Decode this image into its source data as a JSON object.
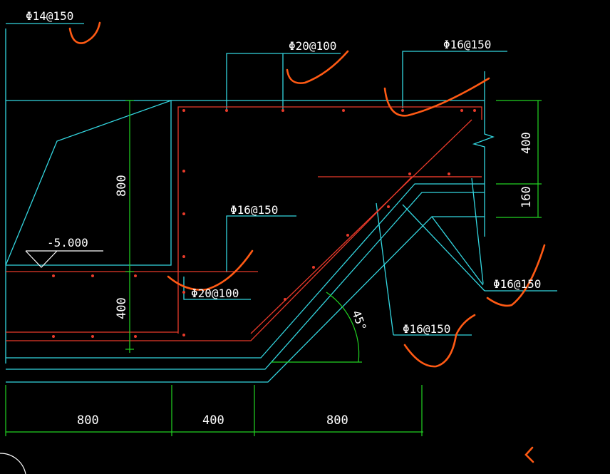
{
  "colors": {
    "background": "#000000",
    "outline": "#33d6e0",
    "rebar": "#e83a2a",
    "dimension": "#22d422",
    "text": "#ffffff",
    "markup": "#ff5a14"
  },
  "labels": {
    "rebar_top_left": "Φ14@150",
    "rebar_top_mid": "Φ20@100",
    "rebar_top_right": "Φ16@150",
    "rebar_mid": "Φ16@150",
    "rebar_lower_mid": "Φ20@100",
    "rebar_right": "Φ16@150",
    "rebar_bottom_right": "Φ16@150",
    "elevation": "-5.000",
    "angle": "45°"
  },
  "dimensions": {
    "left_height": "800",
    "left_lower_height": "400",
    "right_top_height": "400",
    "right_lower_height": "160",
    "bottom_left": "800",
    "bottom_mid": "400",
    "bottom_right": "800"
  }
}
